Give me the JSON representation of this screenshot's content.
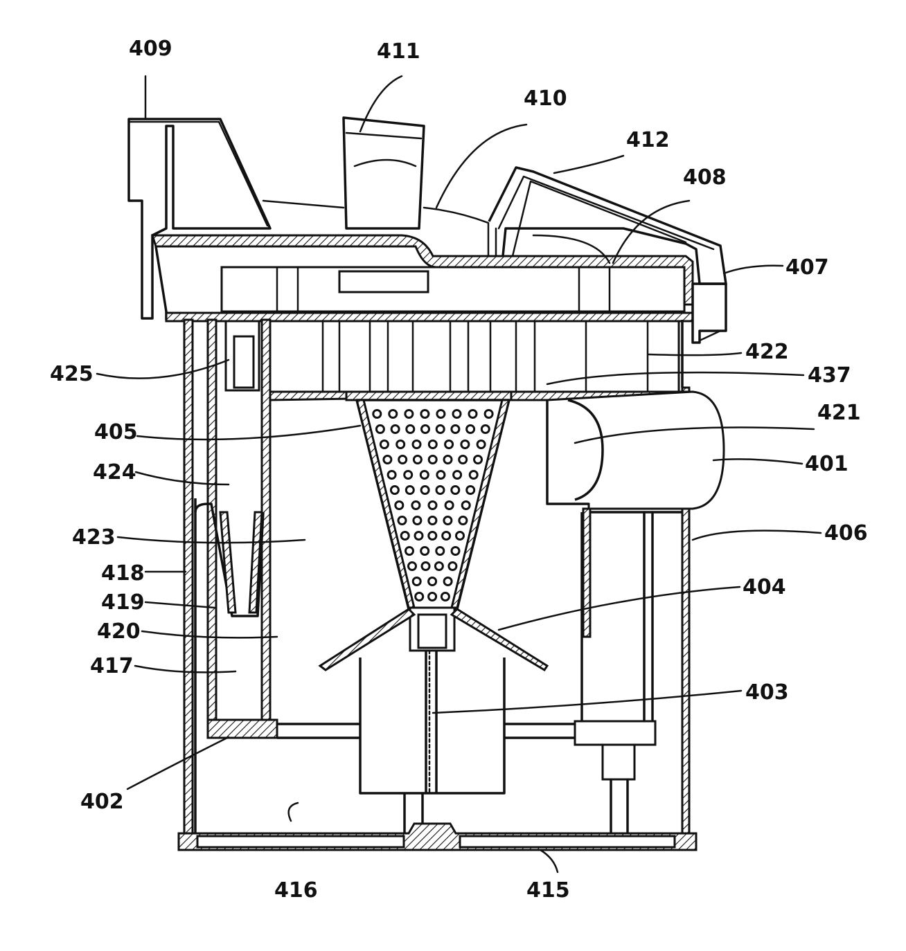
{
  "labels": {
    "l409": "409",
    "l411": "411",
    "l410": "410",
    "l412": "412",
    "l408": "408",
    "l407": "407",
    "l422": "422",
    "l437": "437",
    "l425": "425",
    "l421": "421",
    "l405": "405",
    "l401": "401",
    "l424": "424",
    "l406": "406",
    "l423": "423",
    "l418": "418",
    "l404": "404",
    "l419": "419",
    "l420": "420",
    "l417": "417",
    "l403": "403",
    "l402": "402",
    "l416": "416",
    "l415": "415"
  }
}
